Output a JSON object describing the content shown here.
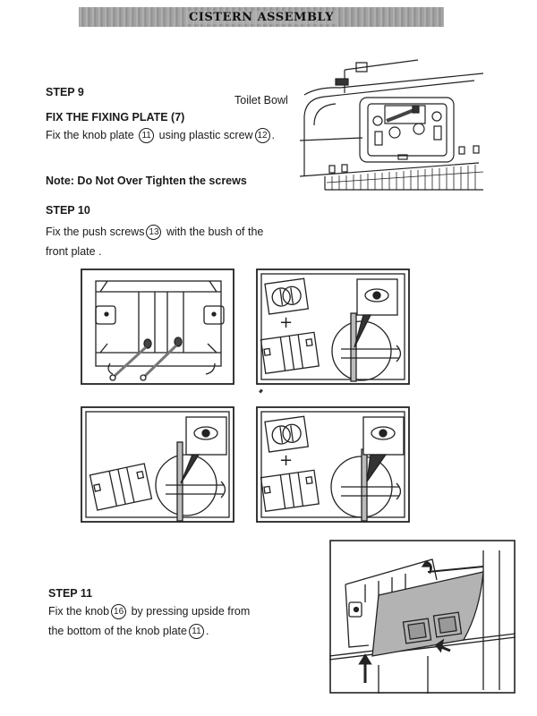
{
  "header": {
    "title": "CISTERN ASSEMBLY"
  },
  "step9": {
    "heading": "STEP 9",
    "subheading": "FIX THE FIXING PLATE (7)",
    "instruction": {
      "before": "Fix the knob plate",
      "part1": "11",
      "middle": "using plastic screw",
      "part2": "12",
      "after": "."
    },
    "figure_label": "Toilet Bowl",
    "note": "Note: Do Not Over Tighten the screws"
  },
  "step10": {
    "heading": "STEP 10",
    "line1": {
      "before": "Fix the push screws",
      "part": "13",
      "after": "with the bush of the"
    },
    "line2": "front plate ."
  },
  "step11": {
    "heading": "STEP 11",
    "line1": {
      "before": "Fix the knob",
      "part": "16",
      "after": "by pressing upside from"
    },
    "line2": {
      "before": "the bottom of the knob plate",
      "part": "11",
      "after": "."
    }
  },
  "figures": {
    "plus_sign": "+"
  }
}
